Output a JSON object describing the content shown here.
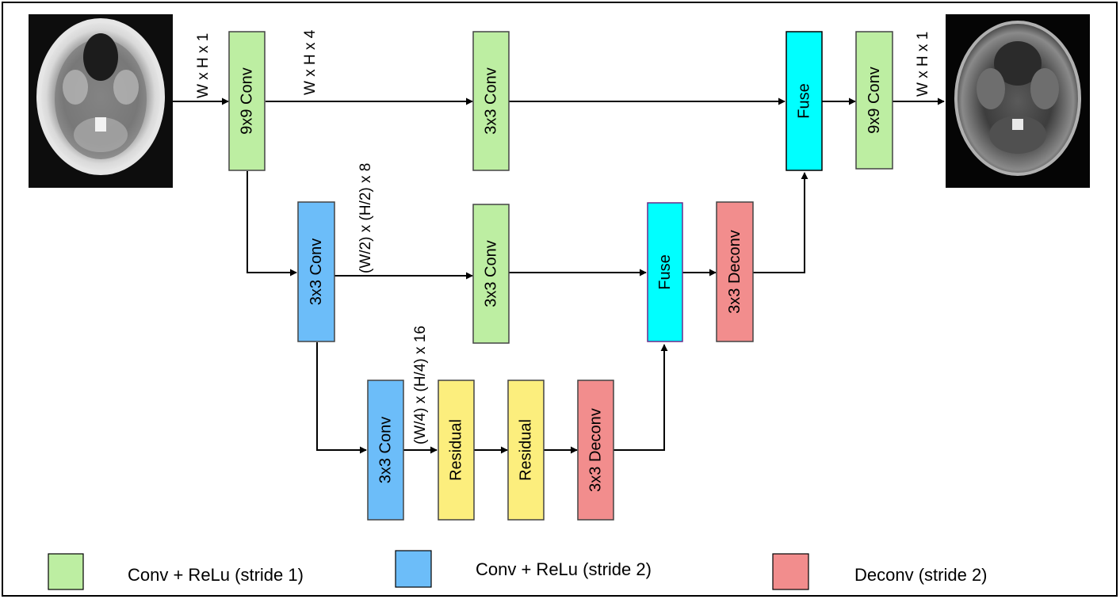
{
  "blocks": {
    "conv9_in": {
      "label": "9x9 Conv",
      "kind": "conv_s1"
    },
    "conv3_top": {
      "label": "3x3 Conv",
      "kind": "conv_s1"
    },
    "fuse_top": {
      "label": "Fuse",
      "kind": "fuse"
    },
    "conv9_out": {
      "label": "9x9 Conv",
      "kind": "conv_s1"
    },
    "conv3_s2_a": {
      "label": "3x3 Conv",
      "kind": "conv_s2"
    },
    "conv3_mid": {
      "label": "3x3 Conv",
      "kind": "conv_s1"
    },
    "fuse_mid": {
      "label": "Fuse",
      "kind": "fuse"
    },
    "deconv_mid": {
      "label": "3x3 Deconv",
      "kind": "deconv"
    },
    "conv3_s2_b": {
      "label": "3x3 Conv",
      "kind": "conv_s2"
    },
    "residual_1": {
      "label": "Residual",
      "kind": "residual"
    },
    "residual_2": {
      "label": "Residual",
      "kind": "residual"
    },
    "deconv_low": {
      "label": "3x3 Deconv",
      "kind": "deconv"
    }
  },
  "dims": {
    "input": "W x H x 1",
    "level1": "W x H x 4",
    "level2": "(W/2) x (H/2) x 8",
    "level3": "(W/4) x (H/4) x 16",
    "output": "W x H x 1"
  },
  "legend": [
    {
      "label": "Conv + ReLu (stride 1)",
      "color": "#bdeea2"
    },
    {
      "label": "Conv + ReLu (stride 2)",
      "color": "#6cbdf9"
    },
    {
      "label": "Deconv (stride 2)",
      "color": "#f28d8d"
    }
  ],
  "colors": {
    "conv_s1": "#bdeea2",
    "conv_s2": "#6cbdf9",
    "fuse": "#00ffff",
    "residual": "#fcee7d",
    "deconv": "#f28d8d"
  },
  "images": {
    "input": "input-mri-scan",
    "output": "output-mri-scan"
  }
}
